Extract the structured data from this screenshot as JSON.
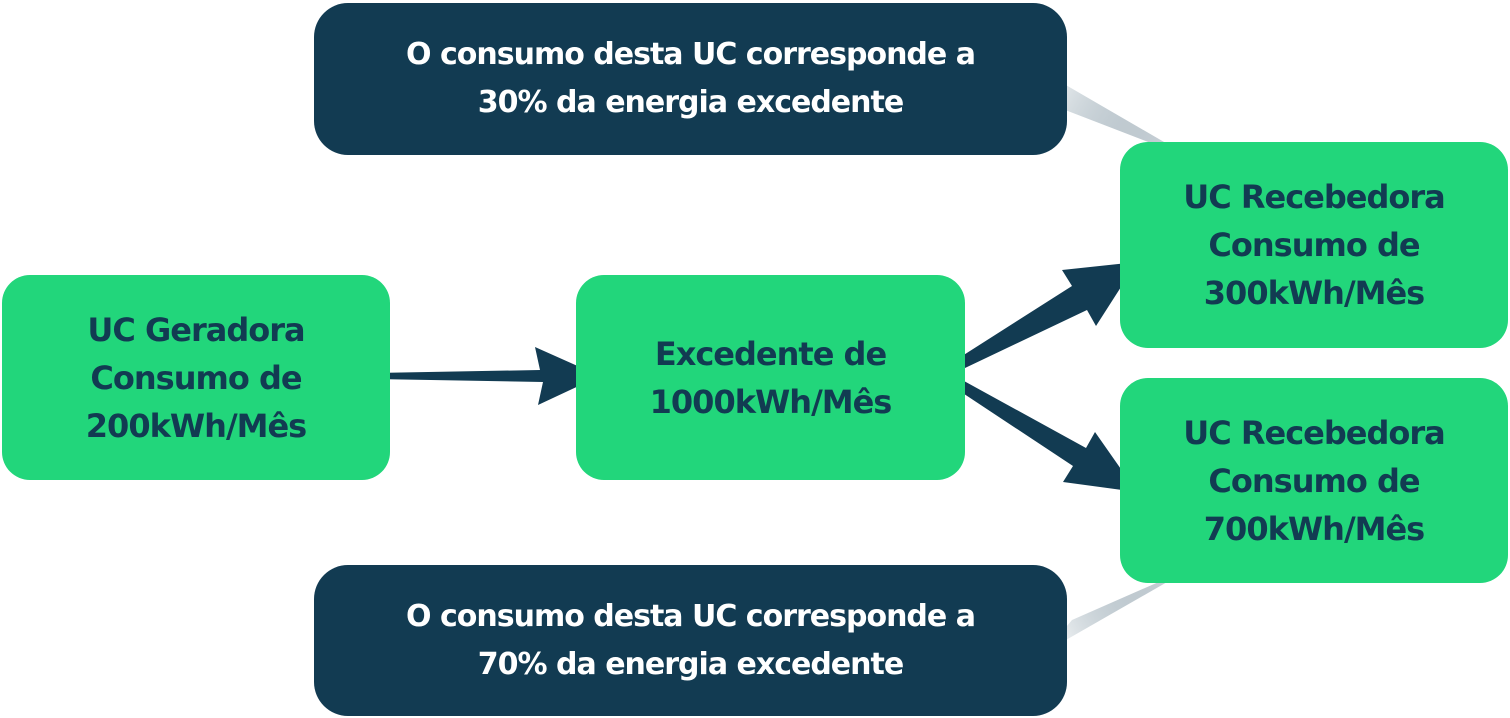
{
  "nodes": {
    "geradora": {
      "line1": "UC Geradora",
      "line2": "Consumo de",
      "line3": "200kWh/Mês"
    },
    "excedente": {
      "line1": "Excedente de",
      "line2": "1000kWh/Mês"
    },
    "recebedora_1": {
      "line1": "UC Recebedora",
      "line2": "Consumo de",
      "line3": "300kWh/Mês"
    },
    "recebedora_2": {
      "line1": "UC Recebedora",
      "line2": "Consumo de",
      "line3": "700kWh/Mês"
    }
  },
  "callouts": {
    "top": {
      "line1": "O consumo desta UC corresponde a",
      "line2": "30% da energia excedente"
    },
    "bottom": {
      "line1": "O consumo desta UC corresponde a",
      "line2": "70% da energia excedente"
    }
  },
  "colors": {
    "node_fill": "#22d67b",
    "node_text": "#123b52",
    "callout_fill": "#123b52",
    "callout_text": "#ffffff",
    "arrow": "#123b52"
  }
}
